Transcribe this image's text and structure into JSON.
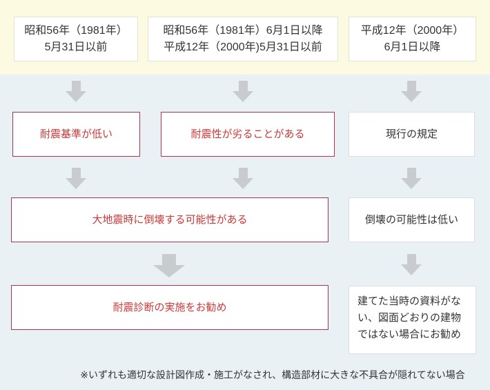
{
  "palette": {
    "yellow_band_bg": "#FCFBE1",
    "blue_band_bg": "#E9F1F5",
    "box_bg": "#FFFFFF",
    "gray_border": "#DCDFE1",
    "red_border": "#B03158",
    "red_text": "#CC3838",
    "dark_text": "#333333",
    "arrow_gray": "#C9CCCE"
  },
  "period_boxes": [
    {
      "line1": "昭和56年（1981年）",
      "line2": "5月31日以前"
    },
    {
      "line1": "昭和56年（1981年）6月1日以降",
      "line2": "平成12年（2000年)5月31日以前"
    },
    {
      "line1": "平成12年（2000年）",
      "line2": "6月1日以降"
    }
  ],
  "assessment_boxes": {
    "old_standard": "耐震基準が低い",
    "mid_standard": "耐震性が劣ることがある",
    "current_standard": "現行の規定"
  },
  "risk_boxes": {
    "old_mid": "大地震時に倒壊する可能性がある",
    "current": "倒壊の可能性は低い"
  },
  "recommendation_boxes": {
    "old_mid": "耐震診断の実施をお勧め",
    "current": "建てた当時の資料がない、図面どおりの建物ではない場合にお勧め"
  },
  "footnote": "※いずれも適切な設計図作成・施工がなされ、構造部材に大きな不具合が隠れてない場合"
}
